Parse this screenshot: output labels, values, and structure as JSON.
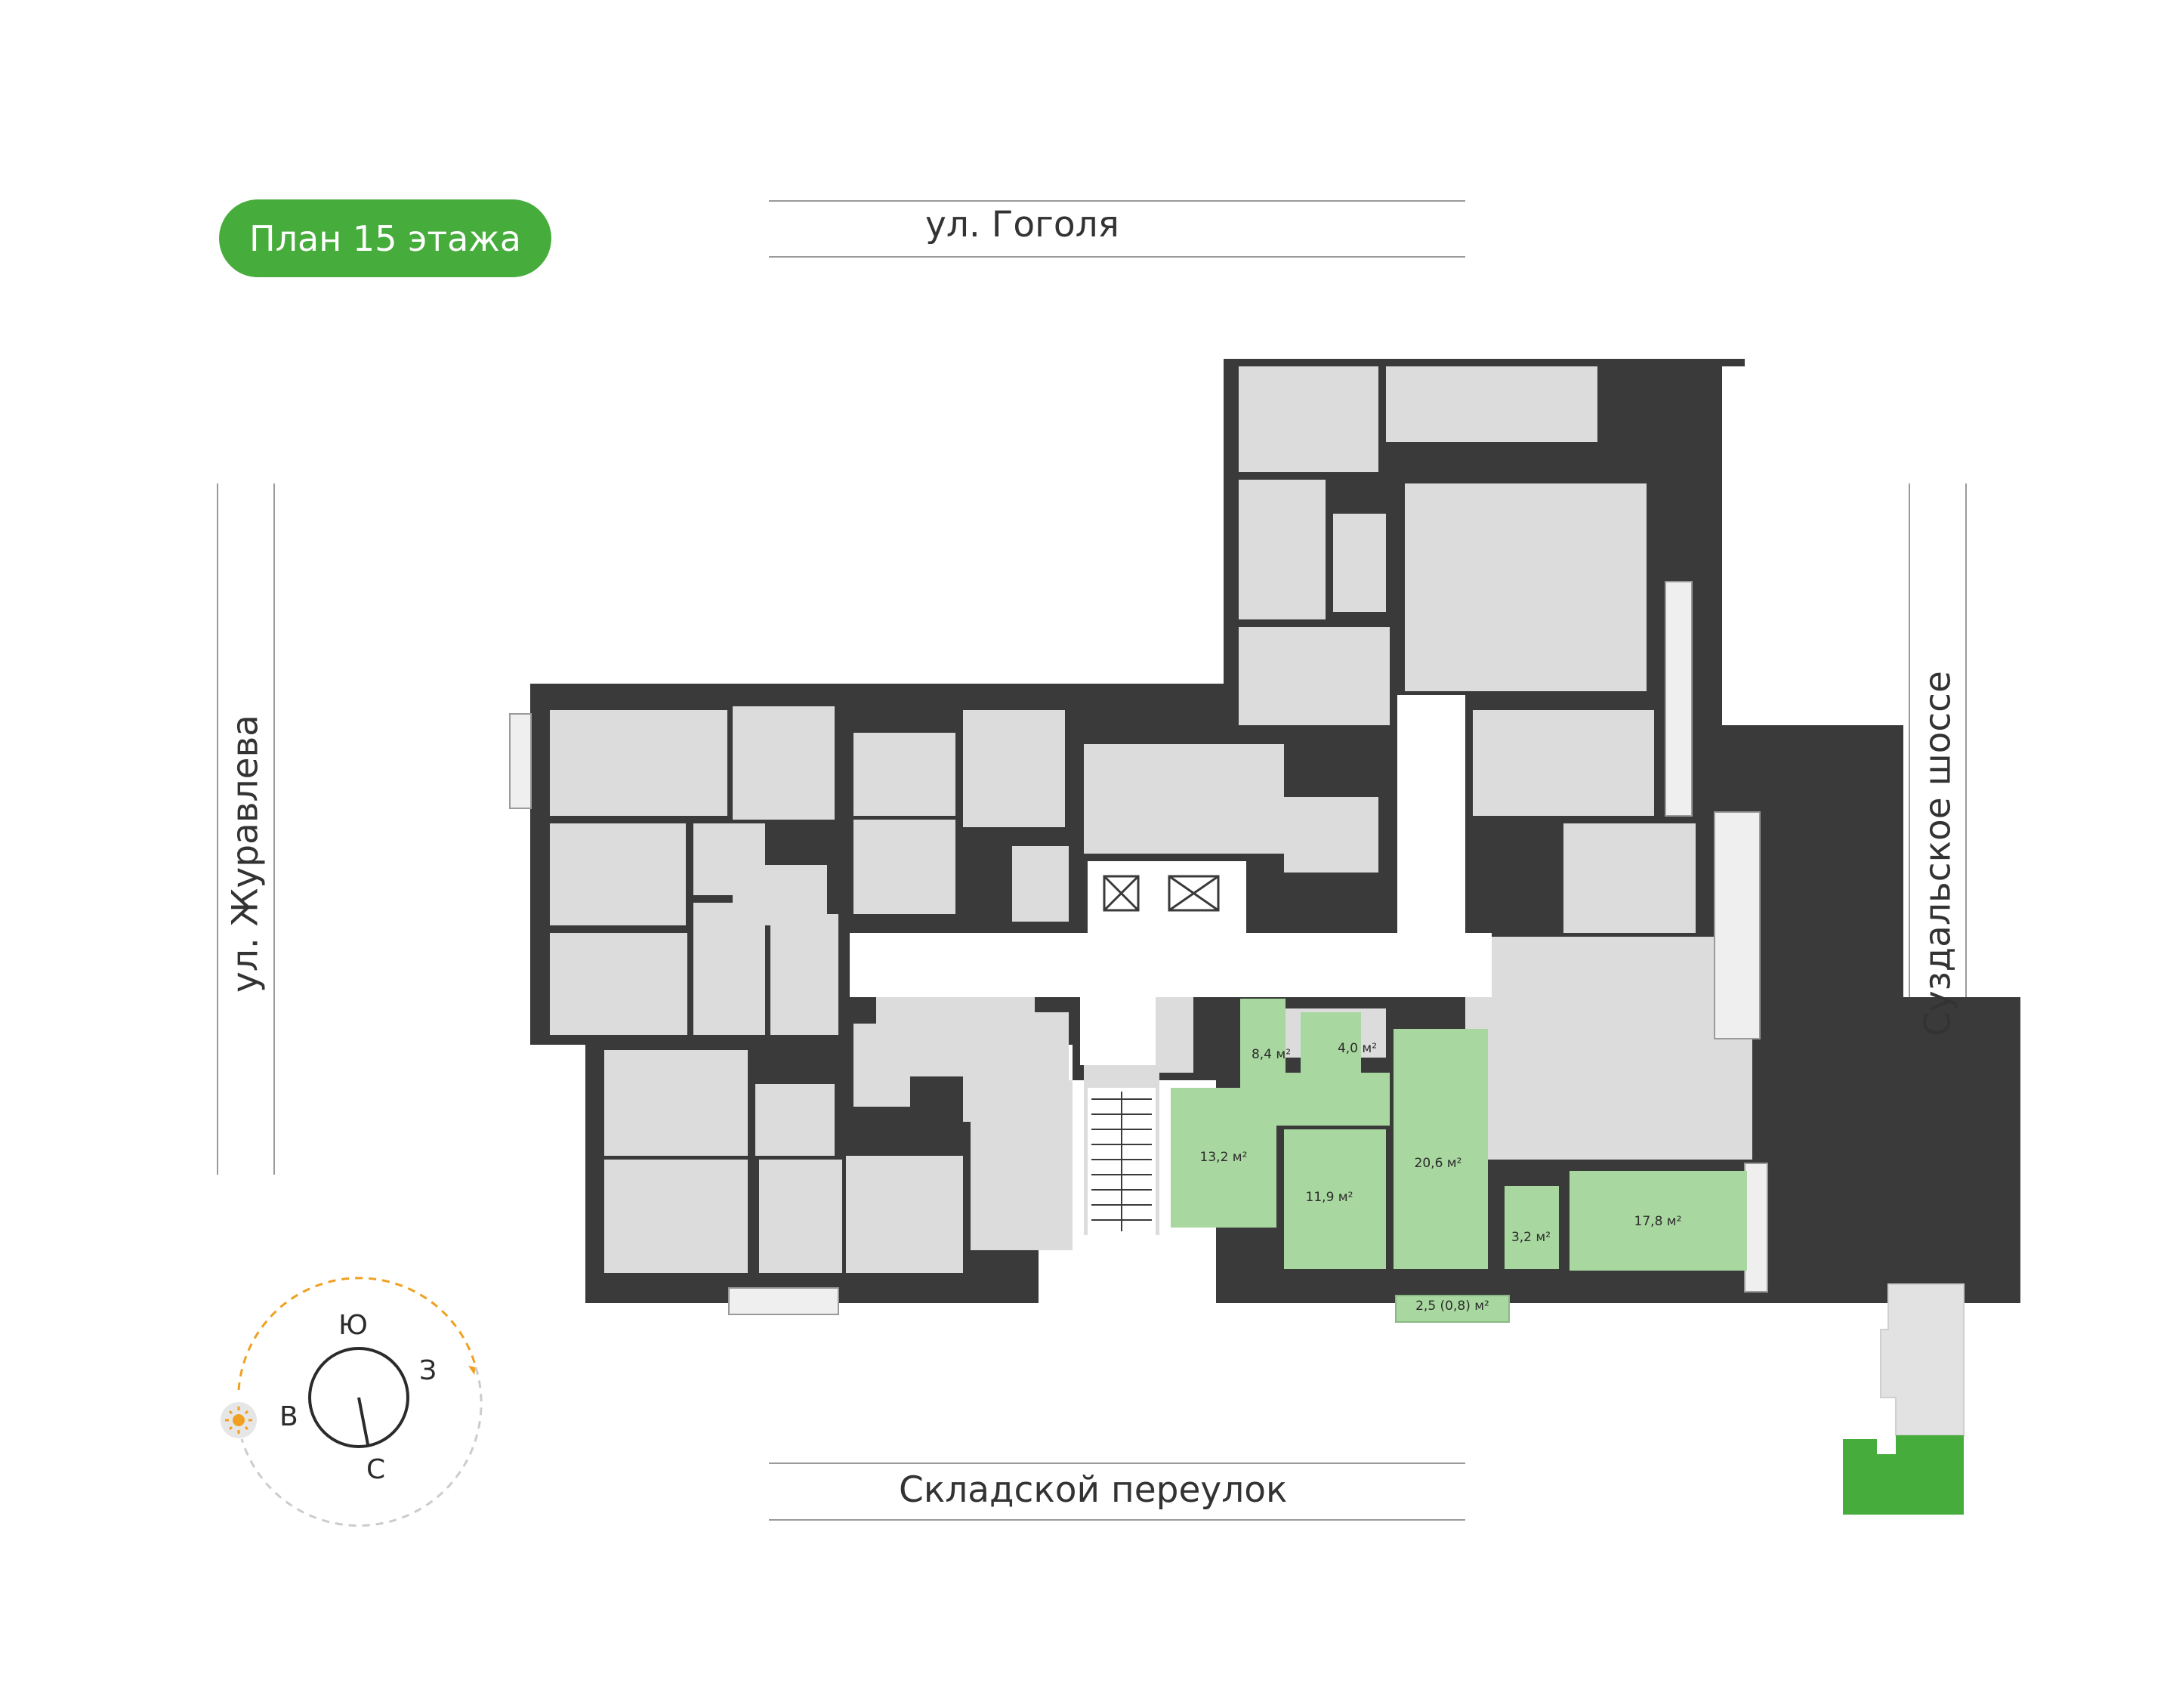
{
  "floor_badge": {
    "label": "План 15 этажа"
  },
  "streets": {
    "north": "ул. Гоголя",
    "south": "Складской переулок",
    "west": "ул. Журавлева",
    "east": "Суздальское шоссе"
  },
  "apartment": {
    "rooms": [
      {
        "id": "hall",
        "area": "8,4 м²"
      },
      {
        "id": "bath",
        "area": "4,0 м²"
      },
      {
        "id": "room1",
        "area": "13,2 м²"
      },
      {
        "id": "room2",
        "area": "11,9 м²"
      },
      {
        "id": "kitchen",
        "area": "20,6 м²"
      },
      {
        "id": "wc",
        "area": "3,2 м²"
      },
      {
        "id": "room3",
        "area": "17,8 м²"
      },
      {
        "id": "balcony",
        "area": "2,5 (0,8) м²"
      }
    ]
  },
  "compass": {
    "south": "Ю",
    "west": "З",
    "east": "В",
    "north": "С",
    "icon": "sun-icon"
  },
  "locator": {
    "icon": "building-locator-map"
  },
  "colors": {
    "accent": "#46AC3B",
    "apartment_fill": "#A8D8A0",
    "room_fill": "#DCDCDC",
    "wall": "#3A3A3A",
    "compass_arc": "#F0A020",
    "line": "#9A9A9A"
  }
}
